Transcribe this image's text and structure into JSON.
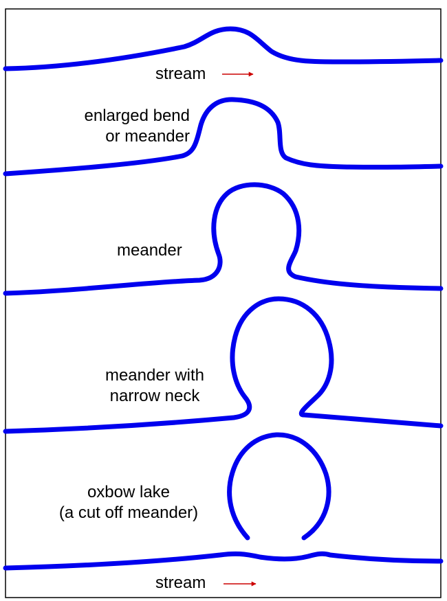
{
  "colors": {
    "river": "#0000ee",
    "arrow": "#cc0000",
    "frame": "#000000",
    "text": "#000000"
  },
  "stages": [
    {
      "name": "stage-1",
      "label_lines": [
        "stream"
      ]
    },
    {
      "name": "stage-2",
      "label_lines": [
        "enlarged bend",
        "or meander"
      ]
    },
    {
      "name": "stage-3",
      "label_lines": [
        "meander"
      ]
    },
    {
      "name": "stage-4",
      "label_lines": [
        "meander with",
        "narrow neck"
      ]
    },
    {
      "name": "stage-5",
      "label_lines": [
        "oxbow lake",
        "(a cut off meander)"
      ]
    }
  ],
  "bottom_label": "stream"
}
